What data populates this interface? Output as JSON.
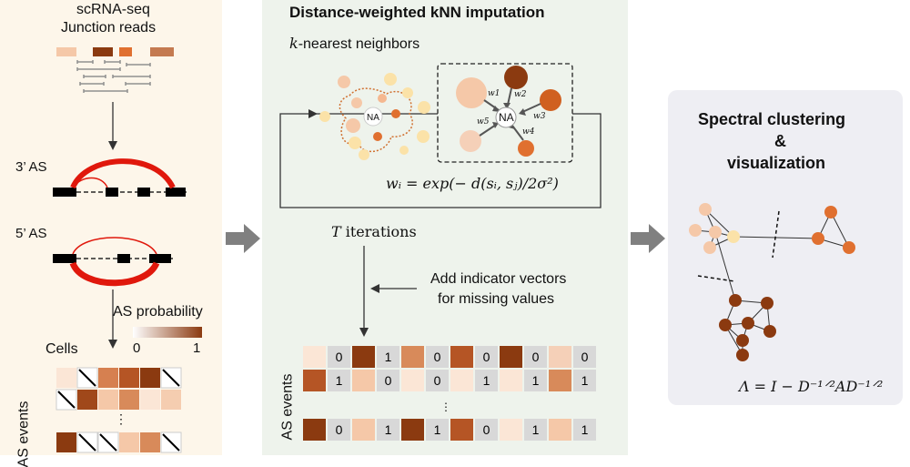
{
  "left": {
    "title_line1": "scRNA-seq",
    "title_line2": "Junction reads",
    "label_3as": "3’ AS",
    "label_5as": "5’ AS",
    "as_probability": "AS probability",
    "scale_min": "0",
    "scale_max": "1",
    "cells_label": "Cells",
    "events_label": "AS events",
    "ellipsis": "⋮"
  },
  "middle": {
    "title": "Distance-weighted kNN imputation",
    "knn_k": "k",
    "knn_rest": "-nearest neighbors",
    "na_label": "NA",
    "weights": [
      "w1",
      "w2",
      "w3",
      "w4",
      "w5"
    ],
    "weight_formula": "wᵢ = exp(− d(sᵢ, sⱼ)/2σ²)",
    "iterations_T": "T",
    "iterations_rest": " iterations",
    "indicator_line1": "Add indicator vectors",
    "indicator_line2": "for missing values",
    "events_label": "AS events",
    "ellipsis": "⋮",
    "matrix_rows": [
      [
        "",
        "0",
        "",
        "1",
        "",
        "0",
        "",
        "0",
        "",
        "0",
        "",
        "0"
      ],
      [
        "",
        "1",
        "",
        "0",
        "",
        "0",
        "",
        "1",
        "",
        "1",
        "",
        "1"
      ],
      [
        "",
        "0",
        "",
        "1",
        "",
        "1",
        "",
        "0",
        "",
        "1",
        "",
        "1"
      ]
    ]
  },
  "right": {
    "title_line1": "Spectral clustering",
    "title_line2": "&",
    "title_line3": "visualization",
    "laplacian_formula": "Λ = I − D⁻¹ᐟ²AD⁻¹ᐟ²"
  },
  "colors": {
    "left_bg": "#fdf6ea",
    "middle_bg": "#eef3ec",
    "right_bg": "#eeeef3",
    "arrow_gray": "#808080",
    "splice_red": "#e0180c",
    "dark_brown": "#8b3a10",
    "orange": "#e07030",
    "light_peach": "#f5c8a8",
    "cream": "#fbe2a8"
  }
}
